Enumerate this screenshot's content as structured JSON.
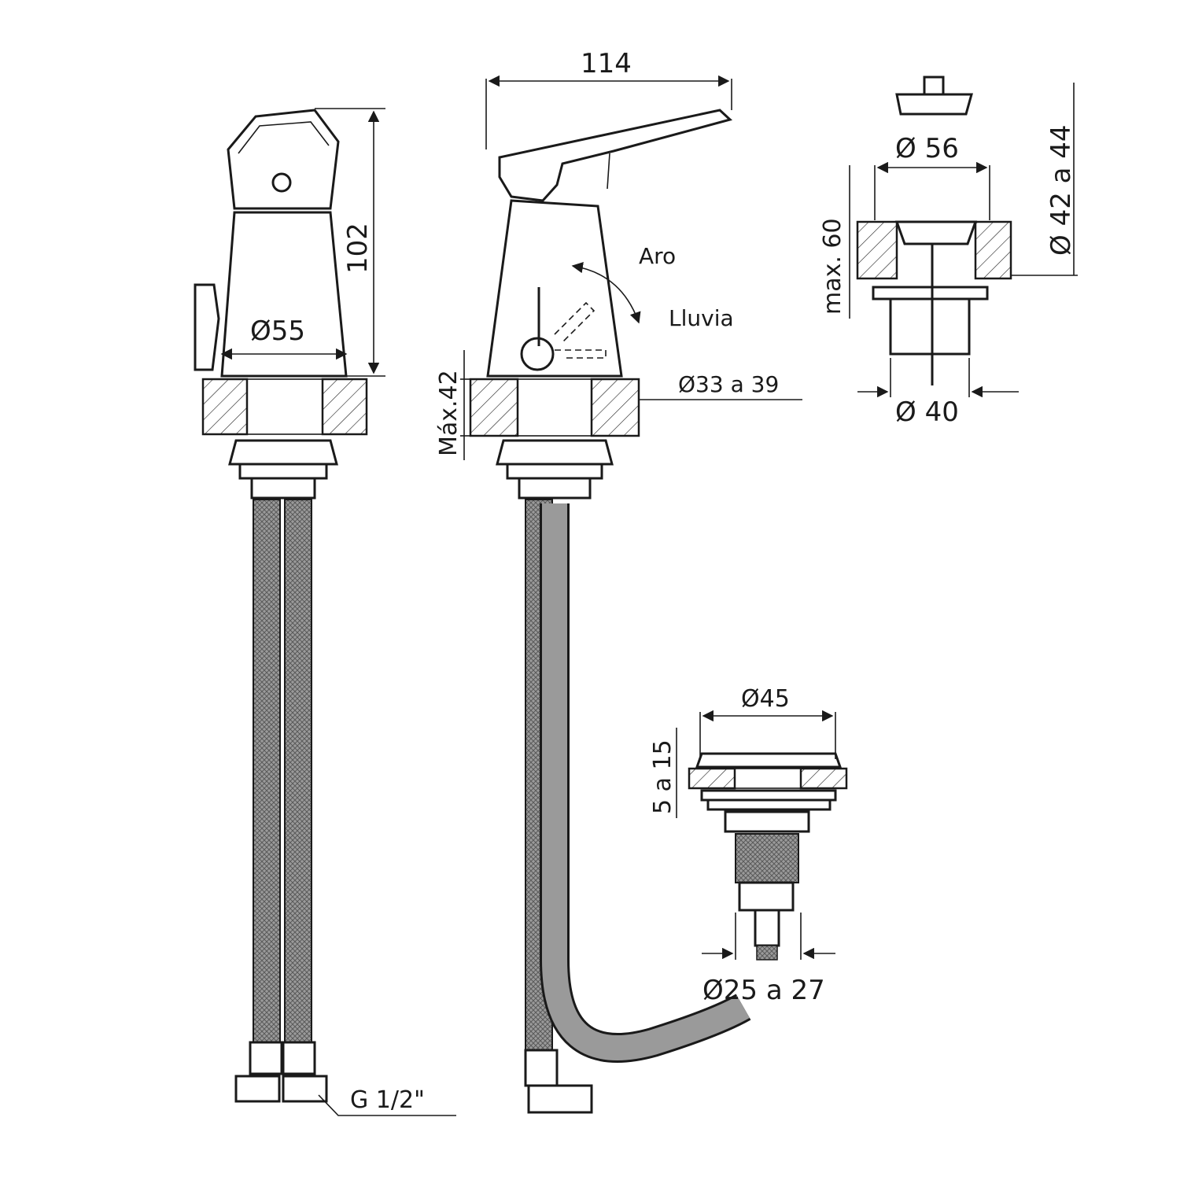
{
  "labels": {
    "front_width": "Ø55",
    "front_height": "102",
    "side_length": "114",
    "hole_diameter": "Ø33 a 39",
    "deck_thickness": "Máx.42",
    "mode_ring": "Aro",
    "mode_rain": "Lluvia",
    "connection": "G 1/2\"",
    "plug_diameter": "Ø 56",
    "plug_max_thickness": "max. 60",
    "plug_range": "Ø 42 a 44",
    "plug_body": "Ø 40",
    "button_diameter": "Ø45",
    "button_thickness": "5 a 15",
    "button_hole": "Ø25 a 27"
  },
  "colors": {
    "line": "#1a1a1a",
    "background": "#ffffff",
    "hose_shade": "#8a8a8a"
  }
}
